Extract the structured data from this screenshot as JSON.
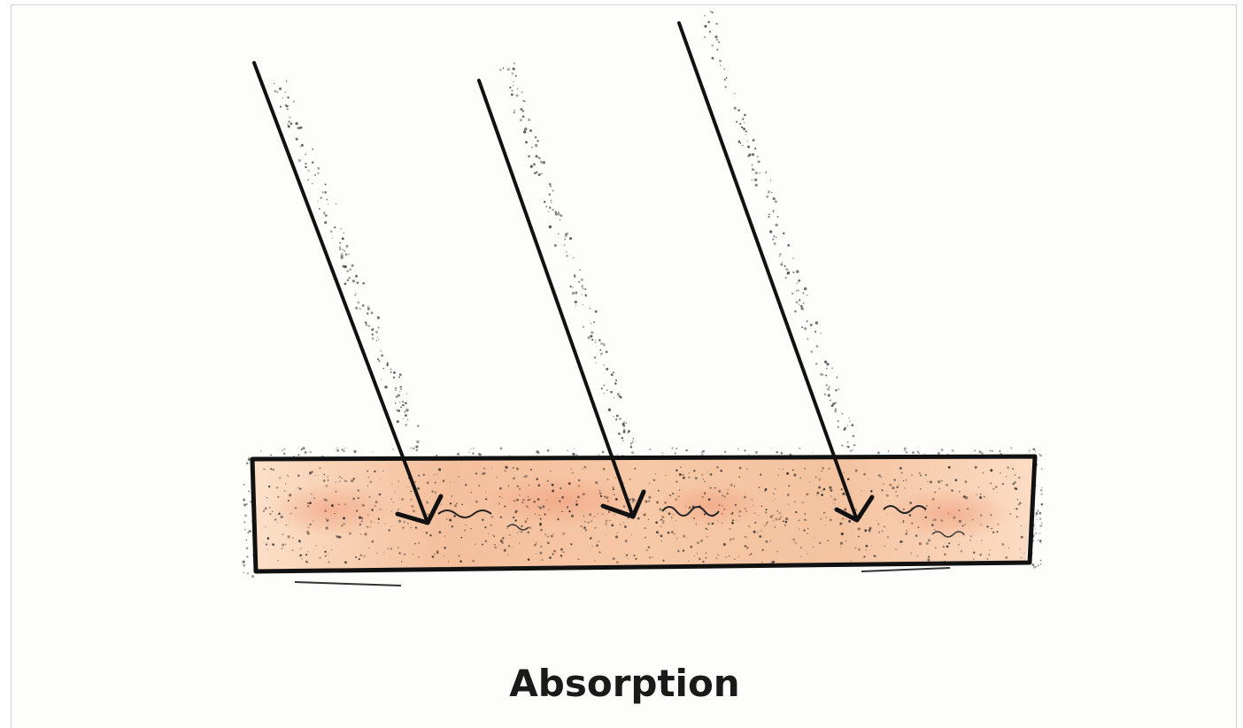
{
  "caption": "Absorption",
  "colors": {
    "material_fill": "#f6c9a4",
    "material_fill_light": "#fbe3cc",
    "warm_blush": "#f2a787",
    "ink": "#111111",
    "background": "#fdfdfb"
  },
  "icons": [
    "incoming-ray-arrow",
    "absorbing-slab"
  ]
}
